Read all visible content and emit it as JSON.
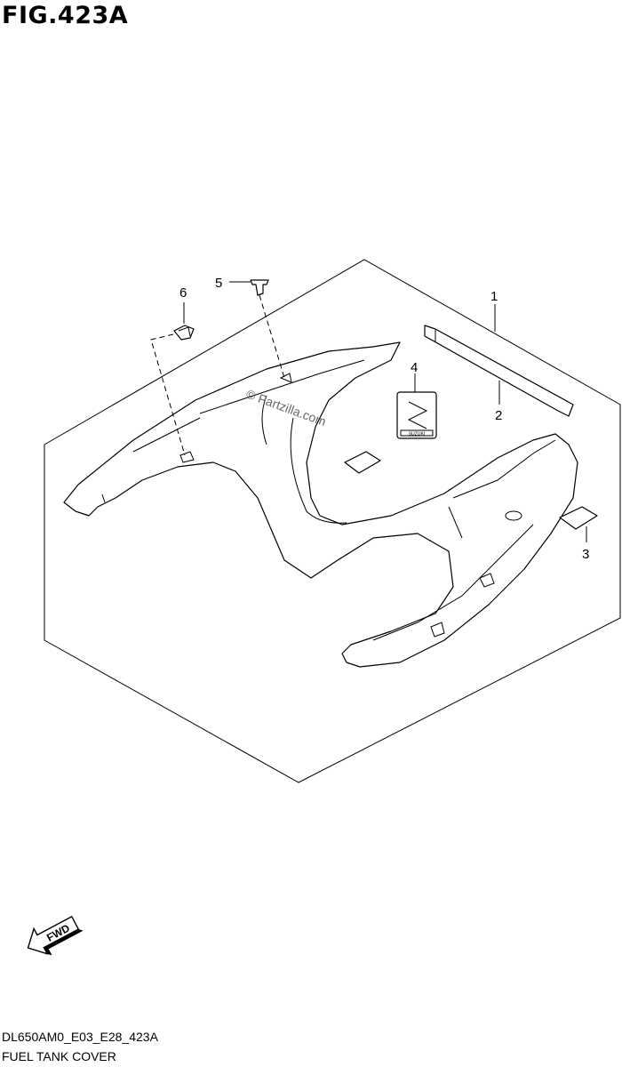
{
  "figure": {
    "title": "FIG.423A"
  },
  "callouts": [
    {
      "number": "1"
    },
    {
      "number": "2"
    },
    {
      "number": "3"
    },
    {
      "number": "4"
    },
    {
      "number": "5"
    },
    {
      "number": "6"
    }
  ],
  "watermark": "© Partzilla.com",
  "fwd_label": "FWD",
  "emblem_text": "SUZUKI",
  "footer": {
    "code": "DL650AM0_E03_E28_423A",
    "name": "FUEL TANK COVER"
  }
}
